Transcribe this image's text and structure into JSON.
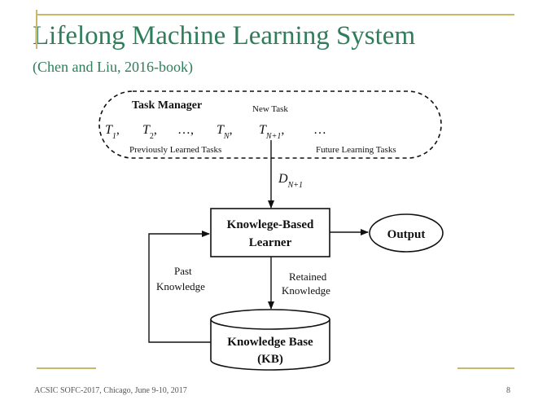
{
  "slide": {
    "title": "Lifelong Machine Learning System",
    "subtitle": "(Chen and Liu, 2016-book)",
    "footer_left": "ACSIC SOFC-2017, Chicago, June 9-10, 2017",
    "page_number": "8"
  },
  "diagram": {
    "task_manager": {
      "label": "Task Manager",
      "new_task_label": "New Task",
      "tasks": [
        {
          "base": "T",
          "sub": "1",
          "sep": ","
        },
        {
          "base": "T",
          "sub": "2",
          "sep": ","
        },
        {
          "base": "…",
          "sub": "",
          "sep": ","
        },
        {
          "base": "T",
          "sub": "N",
          "sep": ","
        },
        {
          "base": "T",
          "sub": "N+1",
          "sep": ","
        },
        {
          "base": "…",
          "sub": "",
          "sep": ""
        }
      ],
      "previous_label": "Previously Learned Tasks",
      "future_label": "Future Learning Tasks"
    },
    "data_label": {
      "base": "D",
      "sub": "N+1"
    },
    "learner": {
      "line1": "Knowlege-Based",
      "line2": "Learner"
    },
    "output": "Output",
    "past_knowledge": {
      "line1": "Past",
      "line2": "Knowledge"
    },
    "retained_knowledge": {
      "line1": "Retained",
      "line2": "Knowledge"
    },
    "knowledge_base": {
      "line1": "Knowledge Base",
      "line2": "(KB)"
    },
    "colors": {
      "title": "#2e7d5b",
      "rule": "#c8b86a",
      "ink": "#111111"
    }
  }
}
